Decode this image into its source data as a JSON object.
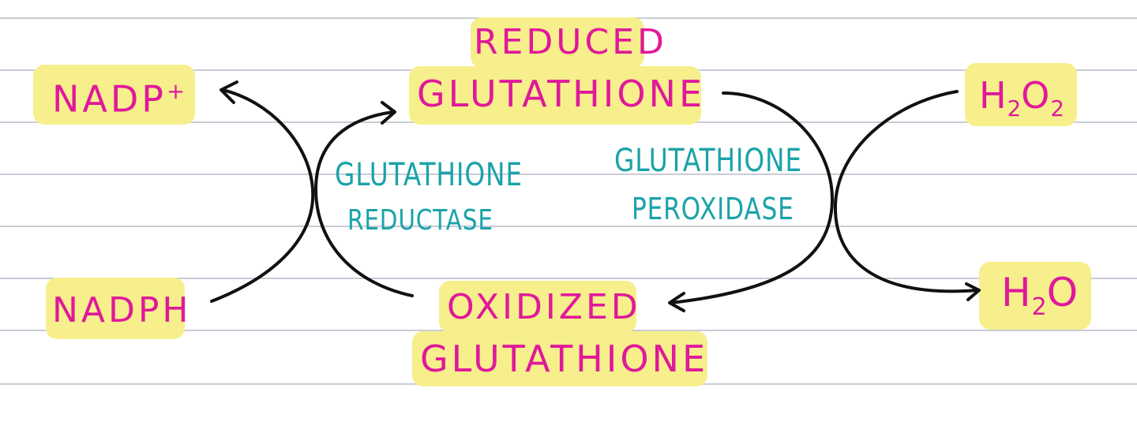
{
  "nodes": {
    "nadp_plus": "NADP",
    "nadp_plus_sup": "+",
    "nadph": "NADPH",
    "reduced_line1": "REDUCED",
    "reduced_line2": "GLUTATHIONE",
    "oxidized_line1": "OXIDIZED",
    "oxidized_line2": "GLUTATHIONE",
    "h2o2_h": "H",
    "h2o2_sub1": "2",
    "h2o2_o": "O",
    "h2o2_sub2": "2",
    "h2o_h": "H",
    "h2o_sub": "2",
    "h2o_o": "O"
  },
  "enzymes": {
    "reductase_line1": "GLUTATHIONE",
    "reductase_line2": "REDUCTASE",
    "peroxidase_line1": "GLUTATHIONE",
    "peroxidase_line2": "PEROXIDASE"
  },
  "colors": {
    "node_text": "#e0189b",
    "enzyme_text": "#1aa3a8",
    "highlight": "#f6ef8c",
    "arrow": "#111111",
    "ruled_line": "#c9ccd6"
  }
}
